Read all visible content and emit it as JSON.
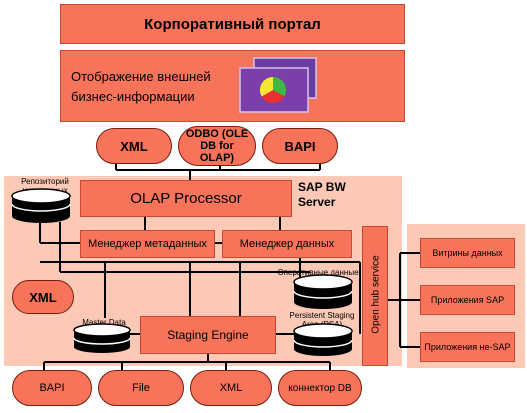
{
  "portal_title": "Корпоративный портал",
  "external_info": "Отображение внешней бизнес-информации",
  "top_interfaces": [
    "XML",
    "ODBO (OLE DB for OLAP)",
    "BAPI"
  ],
  "olap_processor": "OLAP Processor",
  "server_label": "SAP BW Server",
  "metadata_repo": "Репозиторий метаданных",
  "metadata_manager": "Менеджер метаданных",
  "data_manager": "Менеджер данных",
  "operational_data": "Оперативные данные",
  "xml_side": "XML",
  "master_data": "Master Data",
  "psa": "Persistent Staging Area (PSA)",
  "staging_engine": "Staging Engine",
  "open_hub": "Open hub service",
  "targets": [
    "Витрины данных",
    "Приложения SAP",
    "Приложения не-SAP"
  ],
  "bottom_sources": [
    "BAPI",
    "File",
    "XML",
    "коннектор DB"
  ],
  "colors": {
    "box": "#f7735a",
    "pale": "#fbc9b5",
    "screen": "#7a3fa8"
  }
}
